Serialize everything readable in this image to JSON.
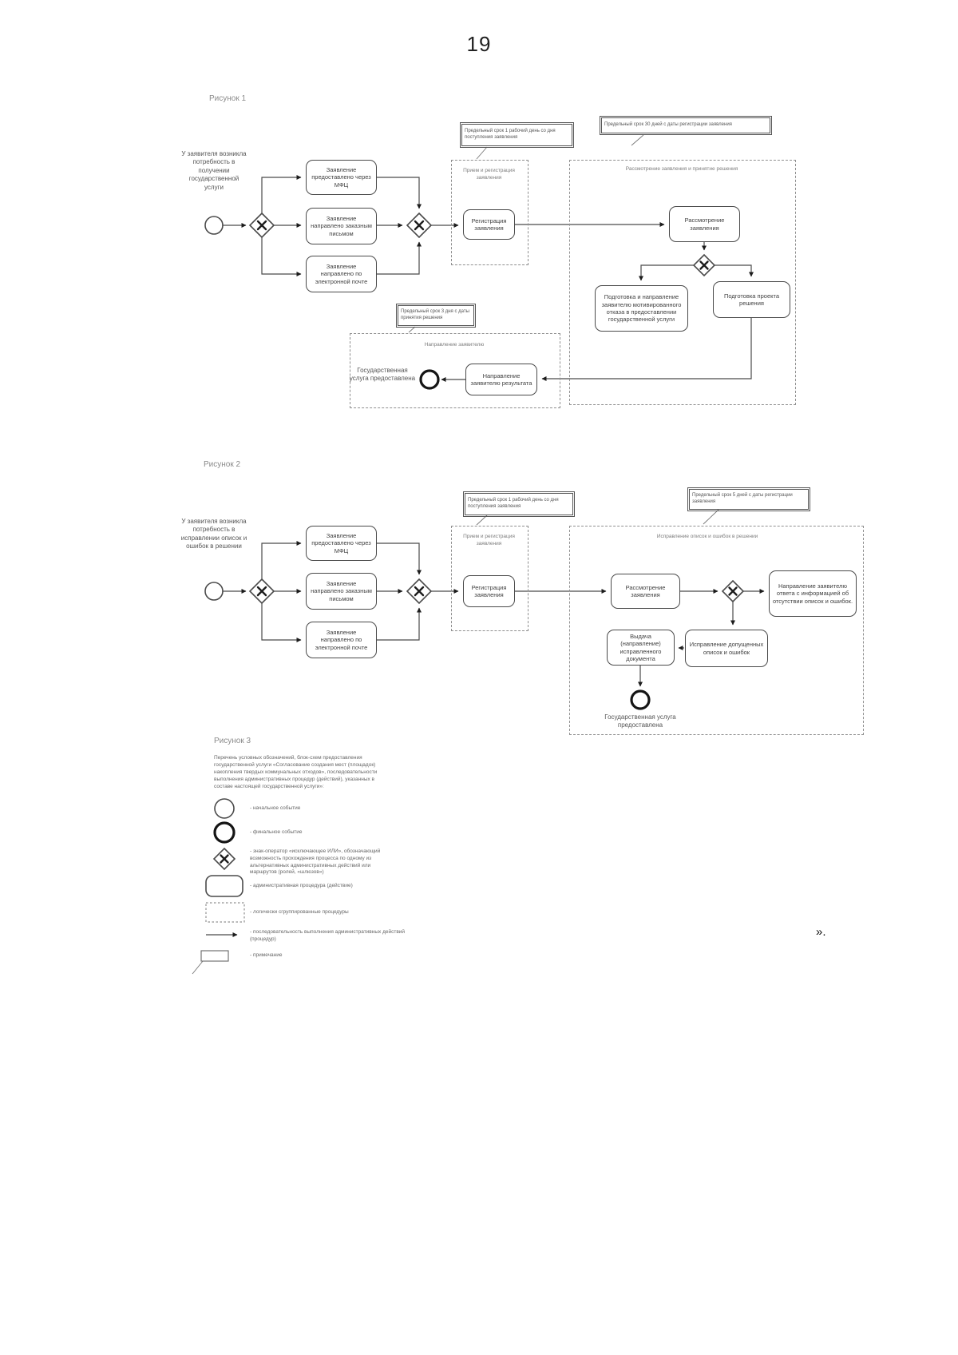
{
  "page": {
    "number": "19",
    "closing_mark": "»."
  },
  "fig1": {
    "title": "Рисунок 1",
    "start_condition": "У заявителя возникла потребность в получении государственной услуги",
    "channel_mfc": "Заявление предоставлено через МФЦ",
    "channel_mail": "Заявление направлено заказным письмом",
    "channel_email": "Заявление направлено по электронной почте",
    "note_registration": "Предельный срок 1 рабочий день со дня поступления заявления",
    "note_review": "Предельный срок 30 дней с даты регистрации заявления",
    "note_result": "Предельный срок 3 дня с даты принятия решения",
    "lane_registration": "Прием и регистрация заявления",
    "lane_review": "Рассмотрение заявления и принятие решения",
    "lane_result": "Направление заявителю",
    "task_registration": "Регистрация заявления",
    "task_review": "Рассмотрение заявления",
    "task_refusal": "Подготовка и направление заявителю мотивированного отказа в предоставлении государственной услуги",
    "task_decision": "Подготовка проекта решения",
    "task_send_result": "Направление заявителю результата",
    "end_state": "Государственная услуга предоставлена"
  },
  "fig2": {
    "title": "Рисунок 2",
    "start_condition": "У заявителя возникла потребность в исправлении описок и ошибок в решении",
    "channel_mfc": "Заявление предоставлено через МФЦ",
    "channel_mail": "Заявление направлено заказным письмом",
    "channel_email": "Заявление направлено по электронной почте",
    "note_registration": "Предельный срок 1 рабочий день со дня поступления заявления",
    "note_correction": "Предельный срок 5 дней с даты регистрации заявления",
    "lane_registration": "Прием и регистрация заявления",
    "lane_correction": "Исправление описок и ошибок в решении",
    "task_registration": "Регистрация заявления",
    "task_review": "Рассмотрение заявления",
    "task_no_errors": "Направление заявителю ответа с информацией об отсутствии описок и ошибок.",
    "task_fix": "Исправление допущенных описок и ошибок",
    "task_issue": "Выдача (направление) исправленного документа",
    "end_state": "Государственная услуга предоставлена"
  },
  "fig3": {
    "title": "Рисунок 3",
    "intro": "Перечень условных обозначений, блок-схем предоставления государственной услуги «Согласование создания мест (площадок) накопления твердых коммунальных отходов», последовательности выполнения административных процедур (действий), указанных в составе настоящей государственной услуги»:",
    "legend": [
      {
        "symbol": "start-event",
        "label": "- начальное событие"
      },
      {
        "symbol": "end-event",
        "label": "- финальное событие"
      },
      {
        "symbol": "xor-gateway",
        "label": "- знак-оператор «исключающее ИЛИ», обозначающий возможность прохождения процесса по одному из альтернативных административных действий или маршрутов (ролей, «шлюзов»)"
      },
      {
        "symbol": "task",
        "label": "- административная процедура (действие)"
      },
      {
        "symbol": "group",
        "label": "- логически сгруппированные процедуры"
      },
      {
        "symbol": "flow-arrow",
        "label": "- последовательность выполнения административных действий (процедур)"
      },
      {
        "symbol": "annotation",
        "label": "- примечание"
      }
    ]
  }
}
